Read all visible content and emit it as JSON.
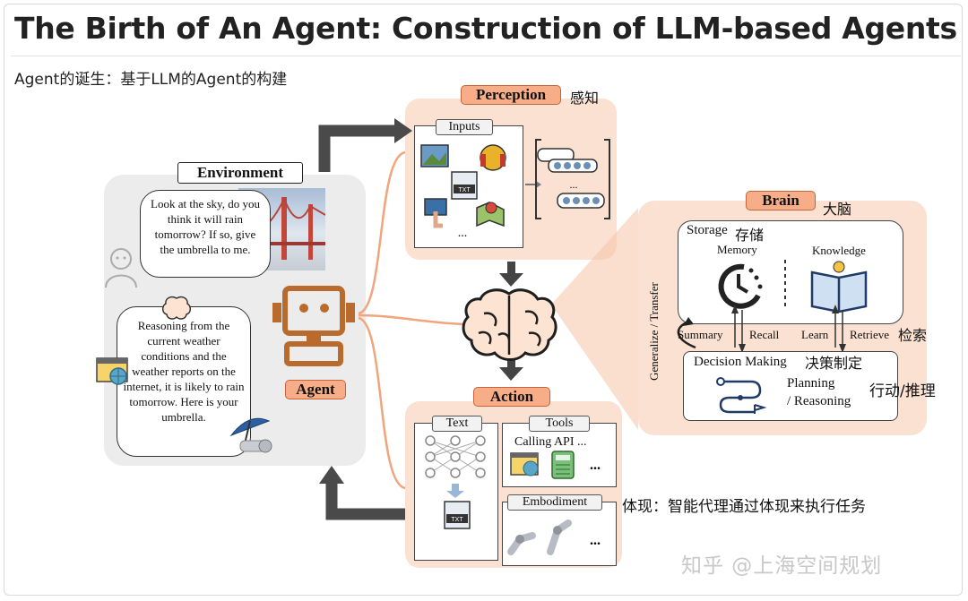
{
  "page": {
    "title": "The Birth of An Agent: Construction of LLM-based Agents",
    "subtitle": "Agent的诞生：基于LLM的Agent的构建"
  },
  "environment": {
    "label": "Environment",
    "human_speech": "Look at the sky, do you think it will rain tomorrow? If so, give the umbrella to me.",
    "agent_speech": "Reasoning from the current weather conditions and the weather reports on the internet, it is likely to rain tomorrow. Here is your umbrella."
  },
  "agent": {
    "label": "Agent"
  },
  "perception": {
    "label": "Perception",
    "cn": "感知",
    "inputs_label": "Inputs",
    "inputs_icons": [
      "image-icon",
      "audio-icon",
      "text-file-icon",
      "video-touch-icon",
      "map-location-icon"
    ],
    "ellipsis": "...",
    "file_tag": "TXT"
  },
  "brain": {
    "label": "Brain",
    "cn": "大脑",
    "storage_label": "Storage",
    "storage_cn": "存储",
    "memory_label": "Memory",
    "knowledge_label": "Knowledge",
    "generalize_label": "Generalize / Transfer",
    "summary_label": "Summary",
    "recall_label": "Recall",
    "learn_label": "Learn",
    "retrieve_label": "Retrieve",
    "retrieve_cn": "检索",
    "decision_label": "Decision Making",
    "decision_cn": "决策制定",
    "planning_label": "Planning",
    "reasoning_label": "/ Reasoning",
    "action_reason_cn": "行动/推理"
  },
  "action": {
    "label": "Action",
    "text_label": "Text",
    "tools_label": "Tools",
    "calling_api": "Calling API ...",
    "embodiment_label": "Embodiment",
    "embodiment_cn": "体现：智能代理通过体现来执行任务",
    "ellipsis": "...",
    "file_tag": "TXT"
  },
  "watermark": "知乎 @上海空间规划",
  "colors": {
    "accent_orange": "#f7ad88",
    "accent_border": "#c9643a",
    "panel_peach": "#fbe1d2",
    "panel_gray": "#ececec",
    "agent_brown": "#b86b2c",
    "arrow_gray": "#4a4a4a",
    "connector": "#f0a57c"
  }
}
